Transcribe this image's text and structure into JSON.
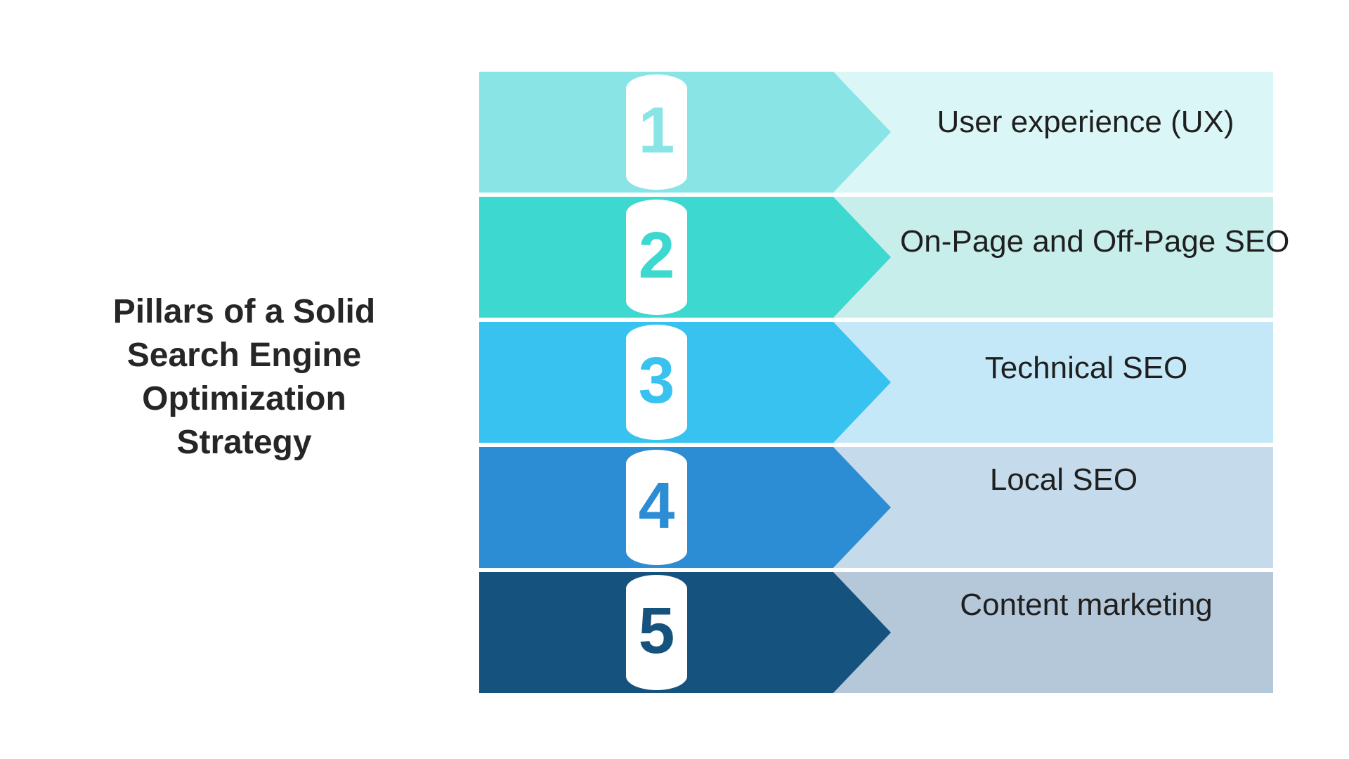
{
  "title": {
    "lines": [
      "Pillars of a Solid",
      "Search Engine",
      "Optimization",
      "Strategy"
    ],
    "color": "#262626"
  },
  "diagram": {
    "type": "numbered-pillar-list",
    "text_color": "#1f1f1f",
    "badge_color": "#ffffff",
    "bands": [
      {
        "number": "1",
        "label": "User experience (UX)",
        "dark_color": "#89e5e5",
        "light_color": "#dbf6f6"
      },
      {
        "number": "2",
        "label": "On-Page and Off-Page SEO",
        "dark_color": "#3dd8d0",
        "light_color": "#c8eeec"
      },
      {
        "number": "3",
        "label": "Technical SEO",
        "dark_color": "#38c2f0",
        "light_color": "#c5e8f8"
      },
      {
        "number": "4",
        "label": "Local SEO",
        "dark_color": "#2d8dd4",
        "light_color": "#c5dbeb"
      },
      {
        "number": "5",
        "label": "Content marketing",
        "dark_color": "#15527e",
        "light_color": "#b5c8d9"
      }
    ]
  }
}
